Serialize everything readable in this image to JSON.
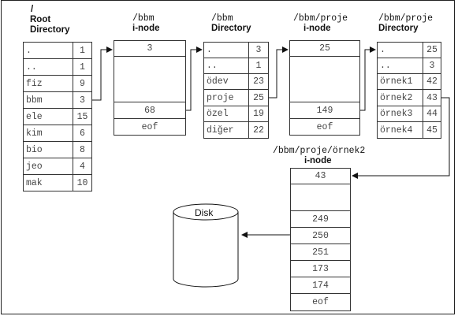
{
  "headers": {
    "root": {
      "slash": "/",
      "line1": "Root",
      "line2": "Directory"
    },
    "bbm_inode": {
      "path": "/bbm",
      "label": "i-node"
    },
    "bbm_dir": {
      "path": "/bbm",
      "label": "Directory"
    },
    "proje_inode": {
      "path": "/bbm/proje",
      "label": "i-node"
    },
    "proje_dir": {
      "path": "/bbm/proje",
      "label": "Directory"
    },
    "ornek2_inode": {
      "path": "/bbm/proje/örnek2",
      "label": "i-node"
    }
  },
  "root_directory": [
    {
      "name": ".",
      "inode": "1"
    },
    {
      "name": "..",
      "inode": "1"
    },
    {
      "name": "fiz",
      "inode": "9"
    },
    {
      "name": "bbm",
      "inode": "3"
    },
    {
      "name": "ele",
      "inode": "15"
    },
    {
      "name": "kim",
      "inode": "6"
    },
    {
      "name": "bio",
      "inode": "8"
    },
    {
      "name": "jeo",
      "inode": "4"
    },
    {
      "name": "mak",
      "inode": "10"
    }
  ],
  "bbm_inode": [
    "3",
    "",
    "68",
    "eof"
  ],
  "bbm_directory": [
    {
      "name": ".",
      "inode": "3"
    },
    {
      "name": "..",
      "inode": "1"
    },
    {
      "name": "ödev",
      "inode": "23"
    },
    {
      "name": "proje",
      "inode": "25"
    },
    {
      "name": "özel",
      "inode": "19"
    },
    {
      "name": "diğer",
      "inode": "22"
    }
  ],
  "proje_inode": [
    "25",
    "",
    "149",
    "eof"
  ],
  "proje_directory": [
    {
      "name": ".",
      "inode": "25"
    },
    {
      "name": "..",
      "inode": "3"
    },
    {
      "name": "örnek1",
      "inode": "42"
    },
    {
      "name": "örnek2",
      "inode": "43"
    },
    {
      "name": "örnek3",
      "inode": "44"
    },
    {
      "name": "örnek4",
      "inode": "45"
    }
  ],
  "ornek2_inode": [
    "43",
    "",
    "249",
    "250",
    "251",
    "173",
    "174",
    "eof"
  ],
  "disk": {
    "label": "Disk"
  },
  "colors": {
    "line": "#333333",
    "text": "#444444",
    "background": "#ffffff"
  }
}
